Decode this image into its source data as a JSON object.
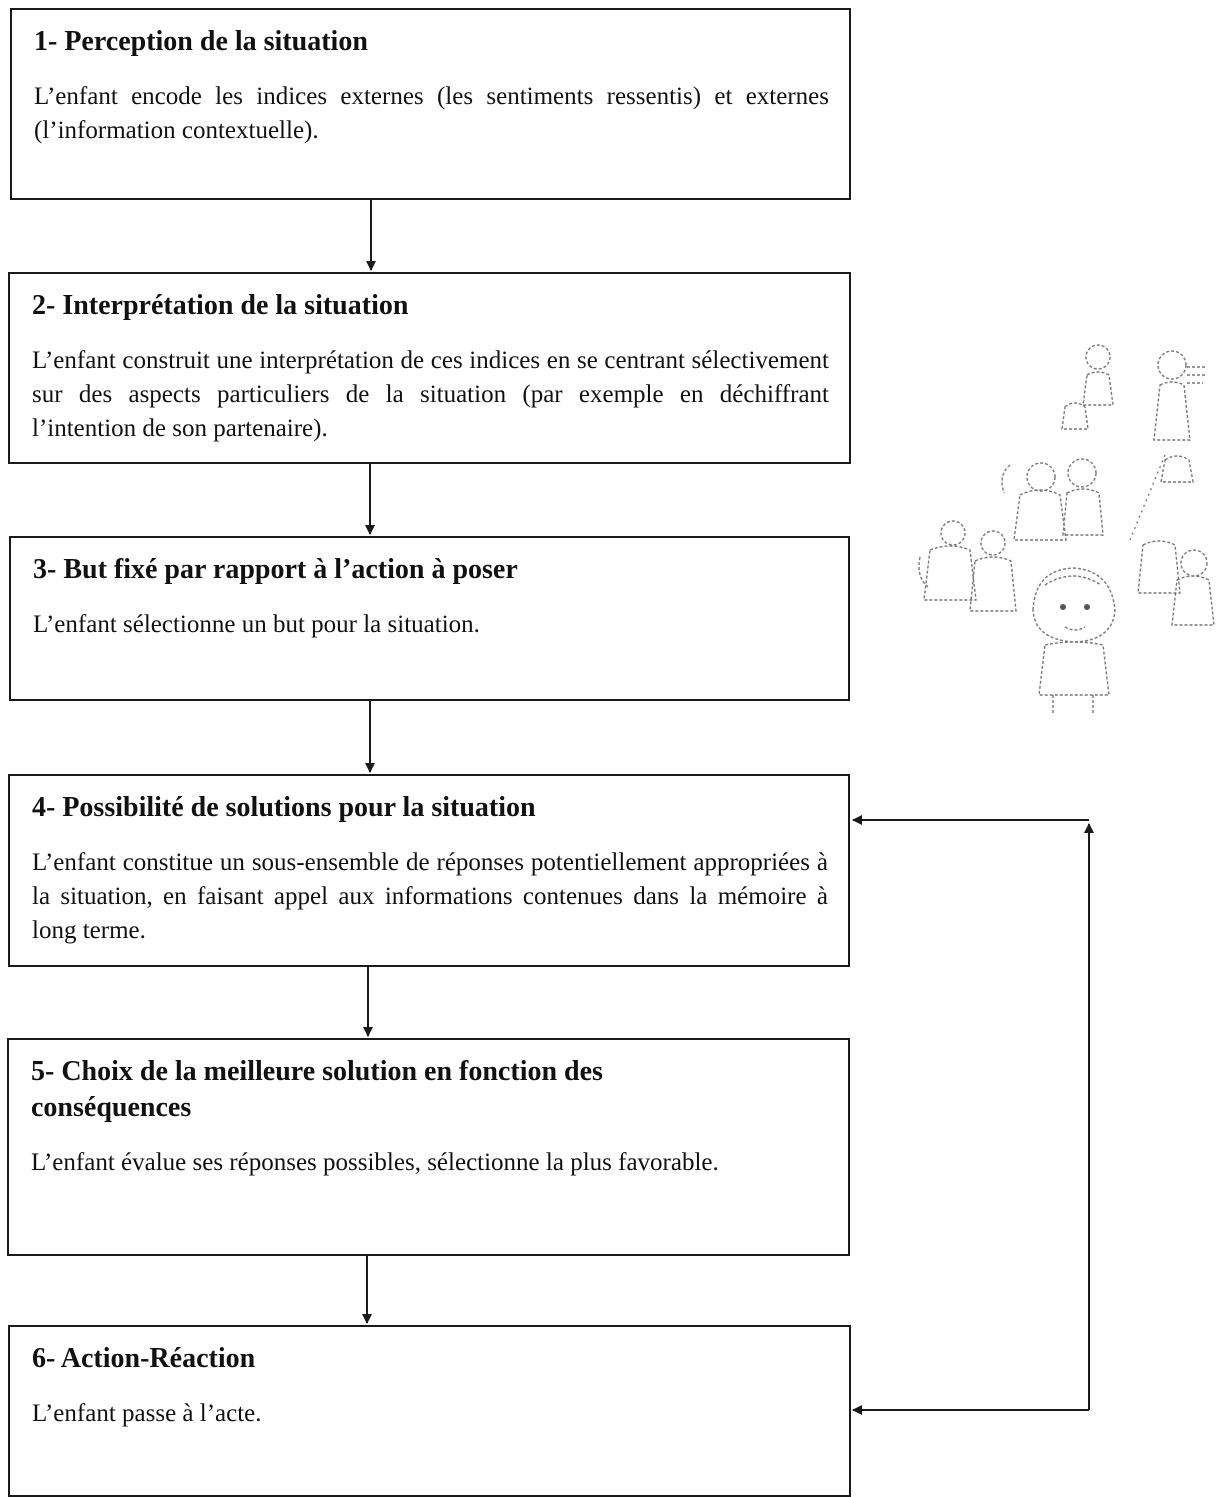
{
  "steps": [
    {
      "title": "1- Perception de la situation",
      "body": "L’enfant encode les indices externes (les sentiments ressentis) et externes (l’information contextuelle)."
    },
    {
      "title": "2- Interprétation de la situation",
      "body": "L’enfant construit une interprétation de ces indices en se centrant sélectivement sur des aspects particuliers de la situation (par exemple en déchiffrant l’intention de son partenaire)."
    },
    {
      "title": "3- But fixé par rapport à l’action à poser",
      "body": "L’enfant sélectionne un but pour la situation."
    },
    {
      "title": "4- Possibilité de solutions pour la situation",
      "body": "L’enfant constitue un sous-ensemble de réponses potentiellement appropriées à la situation, en faisant appel aux informations contenues dans la mémoire à long terme."
    },
    {
      "title": "5- Choix de la meilleure solution en fonction des conséquences",
      "body": "L’enfant évalue ses réponses possibles, sélectionne la plus favorable."
    },
    {
      "title": "6- Action-Réaction",
      "body": "L’enfant passe à l’acte."
    }
  ],
  "connectors": [
    {
      "from": 1,
      "to": 2,
      "direction": "down"
    },
    {
      "from": 2,
      "to": 3,
      "direction": "down"
    },
    {
      "from": 3,
      "to": 4,
      "direction": "down"
    },
    {
      "from": 4,
      "to": 5,
      "direction": "down"
    },
    {
      "from": 5,
      "to": 6,
      "direction": "down"
    },
    {
      "from": 6,
      "to": 4,
      "direction": "feedback-loop-right",
      "arrowheads": "both"
    }
  ],
  "illustration": {
    "description_icon": "children-drawing-icon",
    "stroke_color": "#777777"
  },
  "colors": {
    "border": "#1a1a1a",
    "text": "#111111",
    "background": "#ffffff"
  }
}
